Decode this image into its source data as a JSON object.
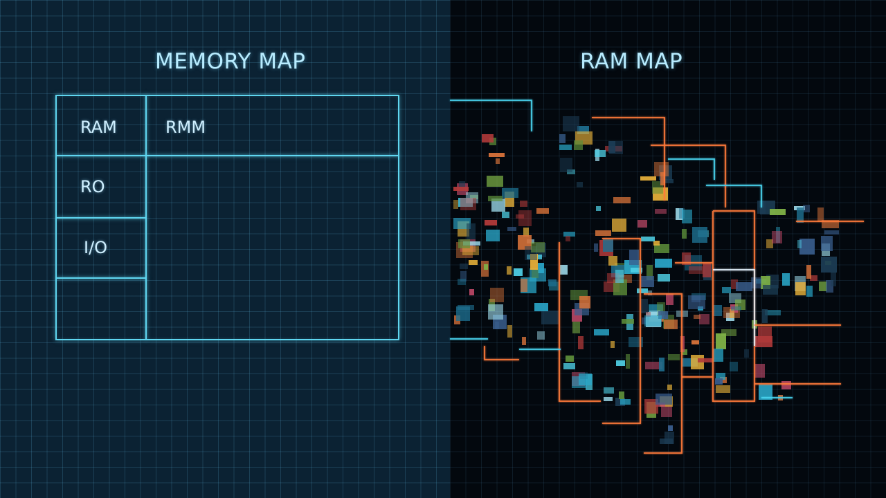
{
  "left_panel": {
    "title": "MEMORY MAP",
    "table": {
      "rows": [
        {
          "label": "RAM",
          "value": "RMM"
        },
        {
          "label": "RO",
          "value": ""
        },
        {
          "label": "I/O",
          "value": ""
        },
        {
          "label": "",
          "value": ""
        }
      ]
    }
  },
  "right_panel": {
    "title": "RAM MAP"
  },
  "colors": {
    "grid_line": "#56aad2",
    "table_border": "#5fd6f0",
    "title_text": "#b8ecff",
    "trace_orange": "#ff7a3a",
    "trace_cyan": "#49d3ef"
  }
}
